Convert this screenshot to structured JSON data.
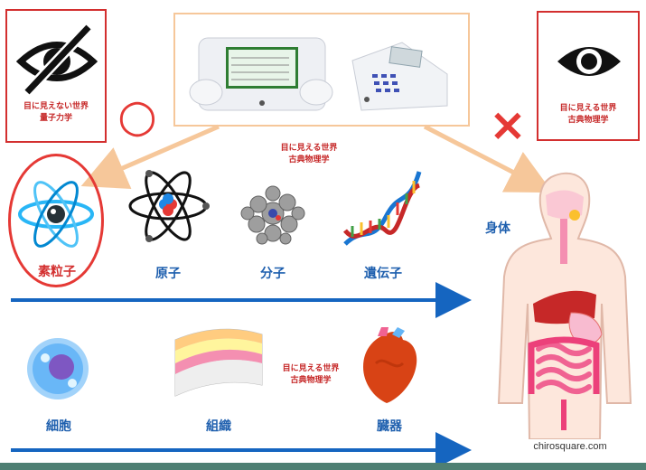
{
  "left_box": {
    "icon": "eye-slash-icon",
    "text": "目に見えない世界\n量子力学"
  },
  "right_box": {
    "icon": "eye-icon",
    "text": "目に見える世界\n古典物理学"
  },
  "center_device": {
    "description_icon": "device-image"
  },
  "middle_caption_top": "目に見える世界\n古典物理学",
  "middle_caption_bottom": "目に見える世界\n古典物理学",
  "circle_mark": "○",
  "cross_mark": "×",
  "row1": [
    {
      "label": "素粒子",
      "icon": "particle-icon"
    },
    {
      "label": "原子",
      "icon": "atom-icon"
    },
    {
      "label": "分子",
      "icon": "molecule-icon"
    },
    {
      "label": "遺伝子",
      "icon": "dna-icon"
    }
  ],
  "row2": [
    {
      "label": "細胞",
      "icon": "cell-icon"
    },
    {
      "label": "組織",
      "icon": "tissue-icon"
    },
    {
      "label": "臓器",
      "icon": "heart-icon"
    }
  ],
  "body_label": "身体",
  "watermark": "chirosquare.com",
  "colors": {
    "red": "#d32f2f",
    "blue": "#1e5fae",
    "arrow_orange": "#f6c79a",
    "frame_orange": "#f6c79a"
  }
}
